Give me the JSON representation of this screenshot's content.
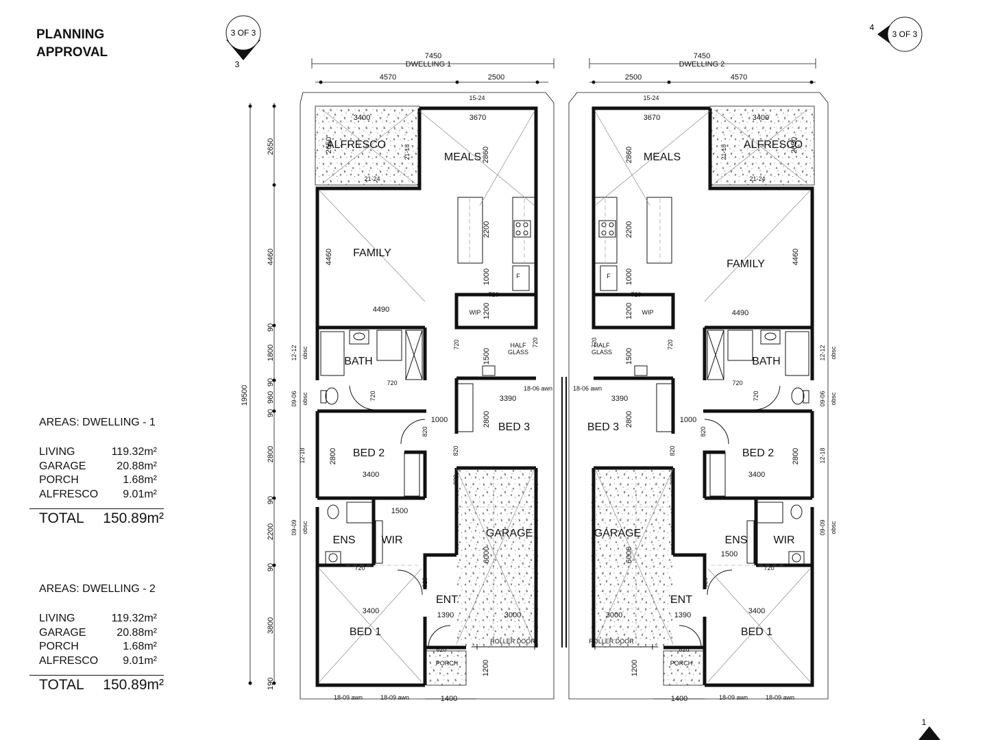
{
  "header": {
    "line1": "PLANNING",
    "line2": "APPROVAL"
  },
  "markers": {
    "left_sheet": "3 OF 3",
    "left_num": "3",
    "right_sheet": "3 OF 3",
    "right_num": "4",
    "bottom_num": "1"
  },
  "areas": [
    {
      "title": "AREAS: DWELLING - 1",
      "rows": [
        {
          "label": "LIVING",
          "value": "119.32m²"
        },
        {
          "label": "GARAGE",
          "value": "20.88m²"
        },
        {
          "label": "PORCH",
          "value": "1.68m²"
        },
        {
          "label": "ALFRESCO",
          "value": "9.01m²"
        }
      ],
      "total_label": "TOTAL",
      "total_value": "150.89m²"
    },
    {
      "title": "AREAS: DWELLING - 2",
      "rows": [
        {
          "label": "LIVING",
          "value": "119.32m²"
        },
        {
          "label": "GARAGE",
          "value": "20.88m²"
        },
        {
          "label": "PORCH",
          "value": "1.68m²"
        },
        {
          "label": "ALFRESCO",
          "value": "9.01m²"
        }
      ],
      "total_label": "TOTAL",
      "total_value": "150.89m²"
    }
  ],
  "top_dims": {
    "d1_total": "7450",
    "d1_name": "DWELLING 1",
    "d1_a": "4570",
    "d1_b": "2500",
    "d2_total": "7450",
    "d2_name": "DWELLING 2",
    "d2_a": "2500",
    "d2_b": "4570",
    "boundary": "15-24"
  },
  "side_dims": {
    "overall": "19500",
    "parts": [
      "2650",
      "4460",
      "90",
      "1800",
      "90",
      "960",
      "90",
      "2800",
      "90",
      "2200",
      "90",
      "3800",
      "190"
    ]
  },
  "rooms": {
    "alfresco": "ALFRESCO",
    "meals": "MEALS",
    "family": "FAMILY",
    "wip": "WIP",
    "bath": "BATH",
    "bed3": "BED 3",
    "bed2": "BED 2",
    "ens": "ENS",
    "wir": "WIR",
    "garage": "GARAGE",
    "ent": "ENT",
    "bed1": "BED 1",
    "porch": "PORCH",
    "roller": "ROLLER DOOR",
    "fridge": "F",
    "half_glass_1": "HALF",
    "half_glass_2": "GLASS"
  },
  "dims": {
    "a3400": "3400",
    "a3670": "3670",
    "a2650": "2650",
    "a2860": "2860",
    "w2118": "21-18",
    "w2124": "21-24",
    "a2200": "2200",
    "a4460": "4460",
    "a1000": "1000",
    "a720": "720",
    "a1200": "1200",
    "a4490": "4490",
    "w1212": "12-12",
    "obsc": "obsc",
    "a1500": "1500",
    "w0906": "09-06",
    "a3390": "3390",
    "w1806": "18-06 awn",
    "a820": "820",
    "a2800": "2800",
    "w1218": "12-18",
    "w0909": "09-09",
    "a6000": "6000",
    "a1390": "1390",
    "a3000": "3000",
    "w1809": "18-09 awn",
    "a1400": "1400",
    "a90": "90"
  }
}
